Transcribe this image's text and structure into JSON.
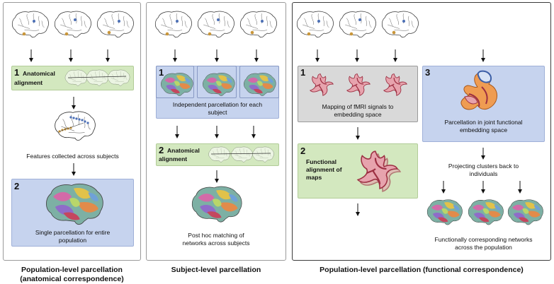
{
  "panel1": {
    "step1_num": "1",
    "step1_label_line1": "Anatomical",
    "step1_label_line2": "alignment",
    "features_text": "Features collected across subjects",
    "step2_num": "2",
    "step2_text_line1": "Single parcellation for entire",
    "step2_text_line2": "population",
    "caption_line1": "Population-level parcellation",
    "caption_line2": "(anatomical correspondence)"
  },
  "panel2": {
    "step1_num": "1",
    "step1_text_line1": "Independent parcellation for each",
    "step1_text_line2": "subject",
    "step2_num": "2",
    "step2_label_line1": "Anatomical",
    "step2_label_line2": "alignment",
    "bottom_text_line1": "Post hoc matching of",
    "bottom_text_line2": "networks across subjects",
    "caption": "Subject-level parcellation"
  },
  "panel3": {
    "step1_num": "1",
    "step1_text_line1": "Mapping of fMRI signals to",
    "step1_text_line2": "embedding space",
    "step2_num": "2",
    "step2_label_line1": "Functional",
    "step2_label_line2": "alignment of",
    "step2_label_line3": "maps",
    "step3_num": "3",
    "step3_text_line1": "Parcellation in joint functional",
    "step3_text_line2": "embedding space",
    "project_text_line1": "Projecting clusters back to",
    "project_text_line2": "individuals",
    "bottom_text_line1": "Functionally corresponding networks",
    "bottom_text_line2": "across the population",
    "caption": "Population-level parcellation (functional correspondence)"
  },
  "colors": {
    "green_box": "#d3e8bf",
    "blue_box": "#c6d3ee",
    "gray_box": "#d9d9d9",
    "embedding_pink": "#e7a3ad",
    "embedding_dark": "#9c2f42",
    "joint_orange": "#e98a3a",
    "joint_blue": "#5b86c9"
  }
}
